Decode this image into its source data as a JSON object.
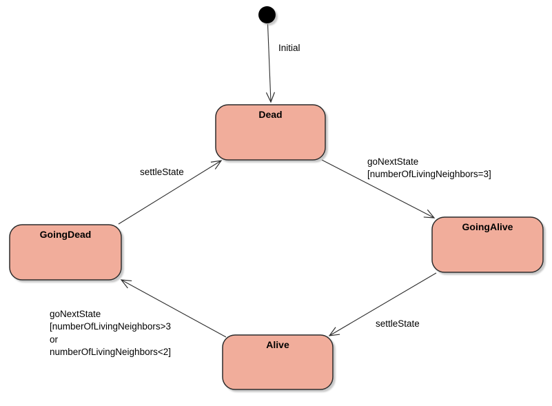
{
  "diagram": {
    "type": "uml-state-machine",
    "colors": {
      "state_fill": "#F1AD9B",
      "state_border": "#2B2B2B",
      "edge_line": "#2B2B2B",
      "initial_node_fill": "#000000",
      "label_text": "#000000",
      "background": "#FFFFFF"
    },
    "states": [
      {
        "id": "dead",
        "label": "Dead"
      },
      {
        "id": "going-alive",
        "label": "GoingAlive"
      },
      {
        "id": "alive",
        "label": "Alive"
      },
      {
        "id": "going-dead",
        "label": "GoingDead"
      }
    ],
    "transitions": [
      {
        "from": "initial",
        "to": "dead",
        "label": "Initial"
      },
      {
        "from": "dead",
        "to": "going-alive",
        "label_lines": [
          "goNextState",
          "[numberOfLivingNeighbors=3]"
        ]
      },
      {
        "from": "going-alive",
        "to": "alive",
        "label": "settleState"
      },
      {
        "from": "alive",
        "to": "going-dead",
        "label_lines": [
          "goNextState",
          "[numberOfLivingNeighbors>3",
          "or",
          "numberOfLivingNeighbors<2]"
        ]
      },
      {
        "from": "going-dead",
        "to": "dead",
        "label": "settleState"
      }
    ]
  }
}
